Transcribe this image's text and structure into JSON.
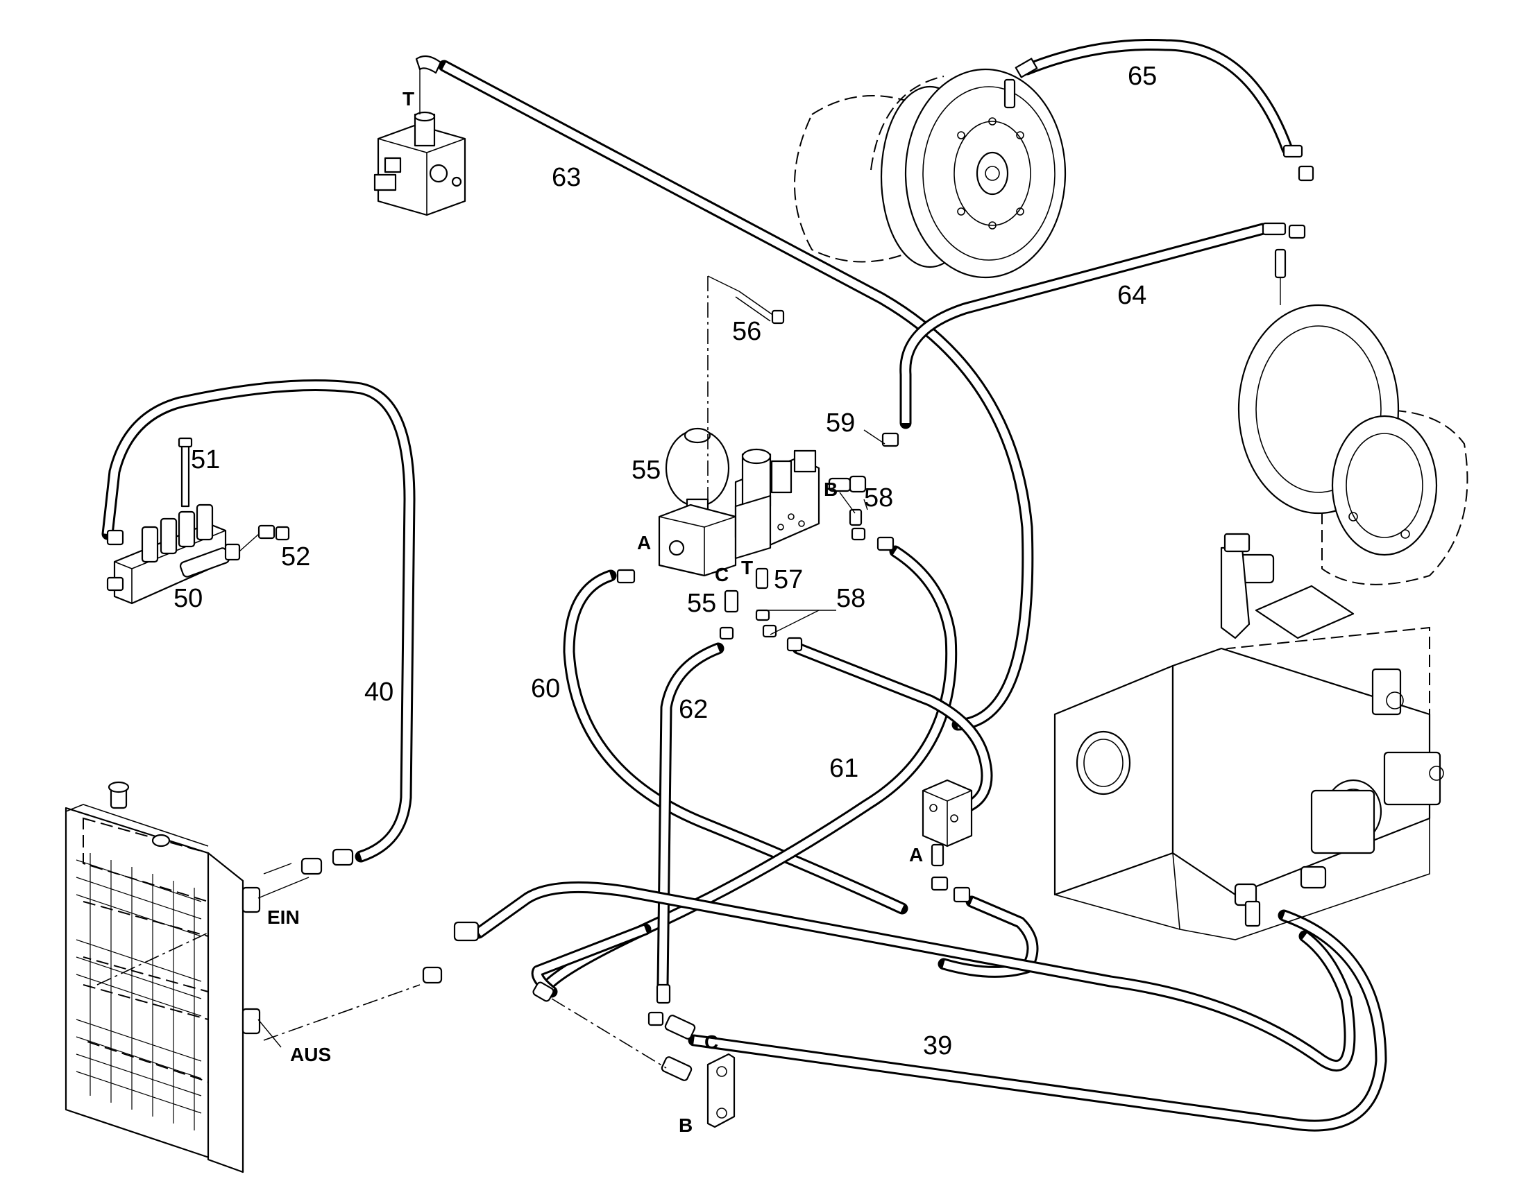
{
  "labels": {
    "p39": "39",
    "p40": "40",
    "p50": "50",
    "p51": "51",
    "p52": "52",
    "p55a": "55",
    "p55b": "55",
    "p56": "56",
    "p57": "57",
    "p58a": "58",
    "p58b": "58",
    "p59": "59",
    "p60": "60",
    "p61": "61",
    "p62": "62",
    "p63": "63",
    "p64": "64",
    "p65": "65"
  },
  "ports": {
    "t_top": "T",
    "a_valve": "A",
    "b_valve": "B",
    "c_valve": "C",
    "t_valve": "T",
    "a_right": "A",
    "c_bottom": "C",
    "b_bottom": "B",
    "ein": "EIN",
    "aus": "AUS"
  }
}
